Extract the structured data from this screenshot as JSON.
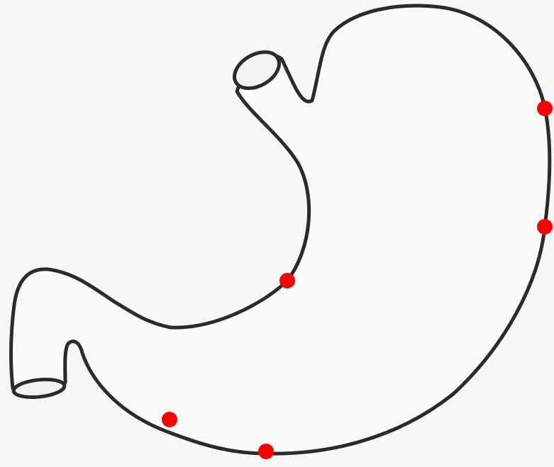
{
  "diagram": {
    "subject": "stomach-outline",
    "background_color": "#f7f7f7",
    "outline_color": "#2b2b2b",
    "fill_color": "#fafafa",
    "marker_color": "#ff0000",
    "markers": [
      {
        "id": "greater-curvature-upper"
      },
      {
        "id": "greater-curvature-middle"
      },
      {
        "id": "lesser-curvature"
      },
      {
        "id": "pylorus-lower"
      },
      {
        "id": "greater-curvature-bottom"
      }
    ]
  }
}
